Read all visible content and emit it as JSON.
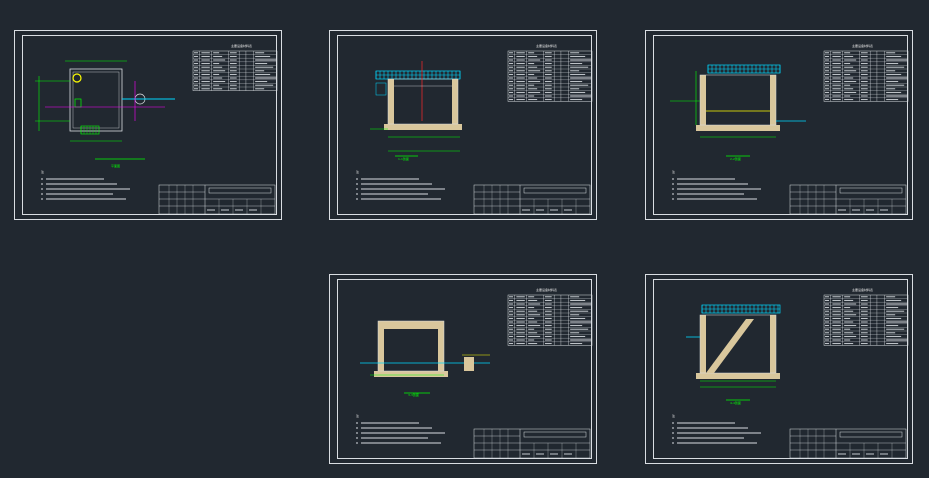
{
  "colors": {
    "background": "#212830",
    "frame": "#d9dde2",
    "green": "#00ff00",
    "cyan": "#00d8ff",
    "yellow": "#ffff00",
    "magenta": "#ff00ff",
    "red": "#ff2a2a",
    "concrete": "#d9c79c"
  },
  "sheets": [
    {
      "name": "sheet-plan",
      "table_title": "主要设备材料表",
      "view_label": "平面图",
      "kind": "plan"
    },
    {
      "name": "sheet-section-1",
      "table_title": "主要设备材料表",
      "view_label": "1-1剖面",
      "kind": "section-a"
    },
    {
      "name": "sheet-section-2",
      "table_title": "主要设备材料表",
      "view_label": "2-2剖面",
      "kind": "section-b"
    },
    {
      "name": "sheet-section-3",
      "table_title": "主要设备材料表",
      "view_label": "3-3剖面",
      "kind": "section-c"
    },
    {
      "name": "sheet-section-4",
      "table_title": "主要设备材料表",
      "view_label": "4-4剖面",
      "kind": "section-d"
    }
  ],
  "notes_head": "注"
}
